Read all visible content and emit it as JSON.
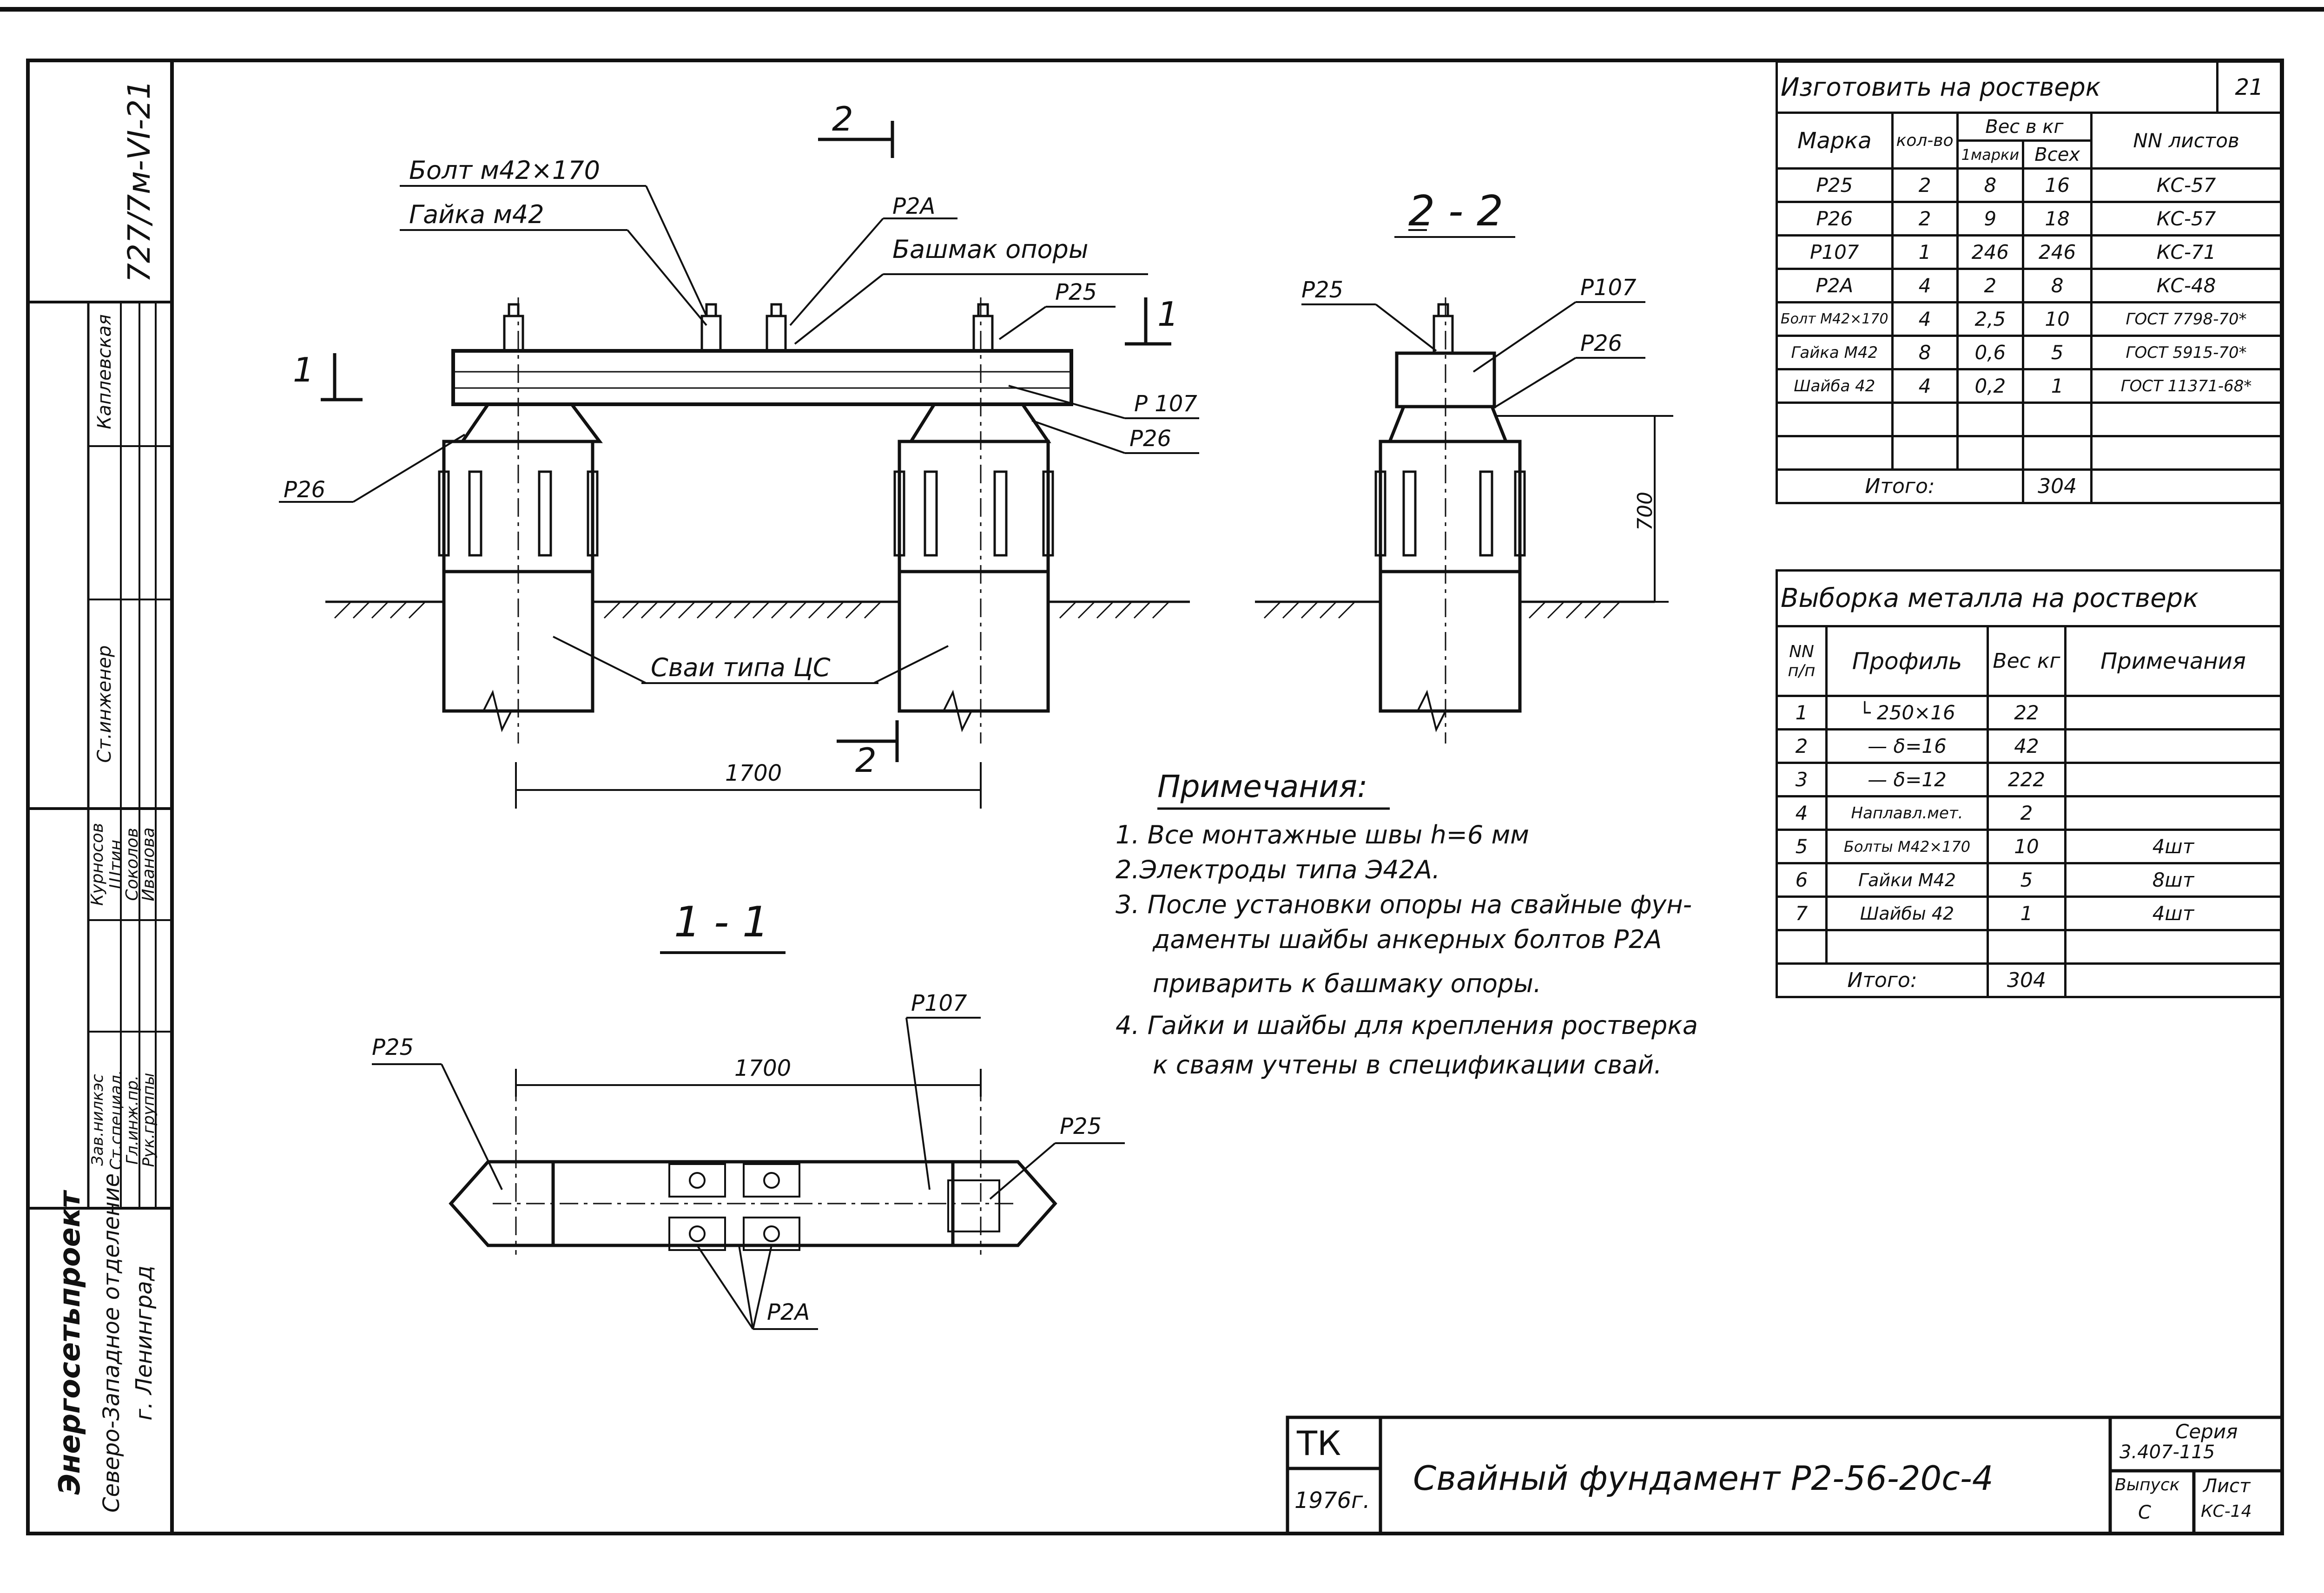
{
  "sheet": {
    "code": "727/7м-VI-21",
    "org_name": "Энергосетьпроект",
    "org_dept": "Северо-Западное отделение",
    "org_city": "г. Ленинград",
    "stamp_rows": [
      {
        "role": "Зав.нилкэс",
        "name": "Курносов"
      },
      {
        "role": "Ст.специал.",
        "name": "Штин"
      },
      {
        "role": "Гл.инж.пр.",
        "name": "Соколов"
      },
      {
        "role": "Рук.группы",
        "name": "Иванова"
      }
    ],
    "stamp_upper": [
      {
        "role": "Ст.инженер",
        "name": "Каплевская"
      }
    ]
  },
  "drawing": {
    "section_mark": "2",
    "view_1_mark": "1",
    "view_22_title": "2 - 2",
    "view_11_title": "1 - 1",
    "labels": {
      "bolt": "Болт м42×170",
      "nut": "Гайка м42",
      "p2a": "Р2А",
      "shoe": "Башмак опоры",
      "p25": "Р25",
      "p107": "Р 107",
      "p26": "Р26",
      "piles": "Сваи типа ЦС",
      "dim_1700": "1700",
      "dim_700": "700",
      "s22_p25": "Р25",
      "s22_p107": "Р107",
      "s22_p26": "Р26",
      "plan_p25_left": "Р25",
      "plan_p107": "Р107",
      "plan_p25_right": "Р25",
      "plan_p2a": "Р2А",
      "plan_dim_1700": "1700"
    }
  },
  "notes": {
    "title": "Примечания:",
    "items": [
      "1. Все монтажные швы h=6 мм",
      "2.Электроды типа Э42А.",
      "3. После установки опоры на свайные фун-",
      "даменты шайбы анкерных болтов Р2А",
      "приварить к башмаку опоры.",
      "4. Гайки и шайбы для крепления ростверка",
      "к сваям учтены в спецификации свай."
    ]
  },
  "table1": {
    "title": "Изготовить на ростверк",
    "sheet_no": "21",
    "headers": {
      "mark": "Марка",
      "qty": "кол-во",
      "weight": "Вес в кг",
      "w_one": "1марки",
      "w_all": "Всех",
      "sheets": "NN листов"
    },
    "rows": [
      [
        "Р25",
        "2",
        "8",
        "16",
        "КС-57"
      ],
      [
        "Р26",
        "2",
        "9",
        "18",
        "КС-57"
      ],
      [
        "Р107",
        "1",
        "246",
        "246",
        "КС-71"
      ],
      [
        "Р2А",
        "4",
        "2",
        "8",
        "КС-48"
      ],
      [
        "Болт М42×170",
        "4",
        "2,5",
        "10",
        "ГОСТ 7798-70*"
      ],
      [
        "Гайка М42",
        "8",
        "0,6",
        "5",
        "ГОСТ 5915-70*"
      ],
      [
        "Шайба 42",
        "4",
        "0,2",
        "1",
        "ГОСТ 11371-68*"
      ],
      [
        "",
        "",
        "",
        "",
        ""
      ],
      [
        "",
        "",
        "",
        "",
        ""
      ]
    ],
    "total_label": "Итого:",
    "total_value": "304"
  },
  "table2": {
    "title": "Выборка металла на ростверк",
    "headers": {
      "n": "NN п/п",
      "profile": "Профиль",
      "weight": "Вес кг",
      "note": "Примечания"
    },
    "rows": [
      [
        "1",
        "└ 250×16",
        "22",
        ""
      ],
      [
        "2",
        "— δ=16",
        "42",
        ""
      ],
      [
        "3",
        "— δ=12",
        "222",
        ""
      ],
      [
        "4",
        "Наплавл.мет.",
        "2",
        ""
      ],
      [
        "5",
        "Болты М42×170",
        "10",
        "4шт"
      ],
      [
        "6",
        "Гайки М42",
        "5",
        "8шт"
      ],
      [
        "7",
        "Шайбы 42",
        "1",
        "4шт"
      ],
      [
        "",
        "",
        "",
        ""
      ]
    ],
    "total_label": "Итого:",
    "total_value": "304"
  },
  "titleblock": {
    "tk": "ТК",
    "year": "1976г.",
    "title": "Свайный фундамент Р2-56-20с-4",
    "series_label": "Серия",
    "series": "3.407-115",
    "issue_label": "Выпуск",
    "issue": "С",
    "sheet_label": "Лист",
    "sheet": "КС-14"
  }
}
